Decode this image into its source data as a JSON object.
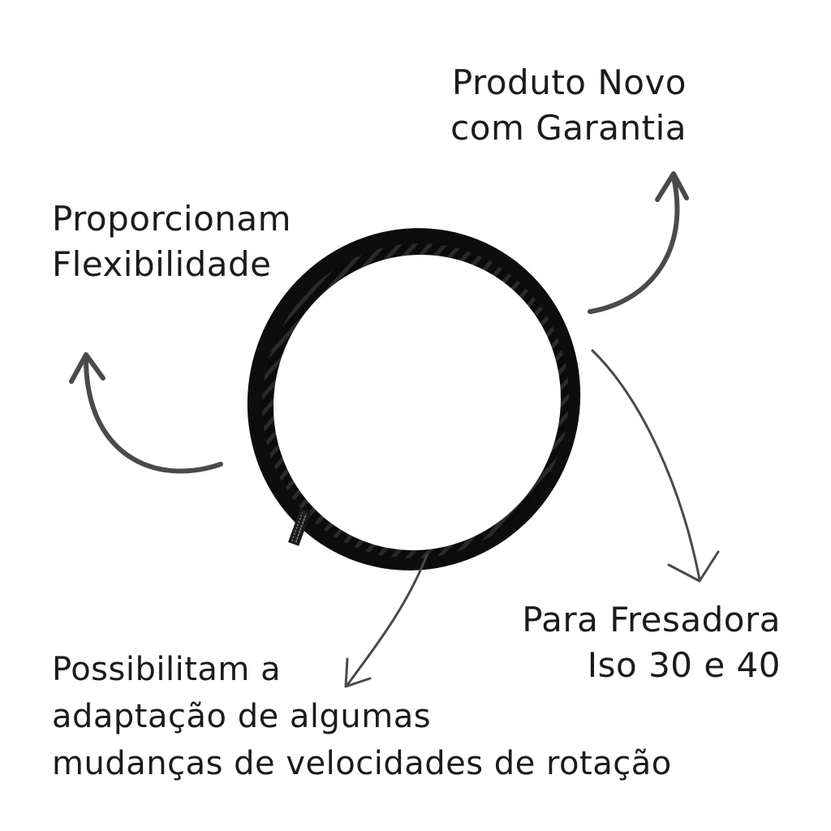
{
  "callouts": {
    "top_right": {
      "line1": "Produto Novo",
      "line2": "com Garantia"
    },
    "top_left": {
      "line1": "Proporcionam",
      "line2": "Flexibilidade"
    },
    "bottom_right": {
      "line1": "Para Fresadora",
      "line2": "Iso 30 e 40"
    },
    "bottom_left": {
      "line1": "Possibilitam a",
      "line2": "adaptação de algumas",
      "line3": "mudanças de velocidades de rotação"
    }
  },
  "product": {
    "name": "timing-belt",
    "color": "#0d0d0d"
  },
  "arrow_color": "#4a4a4a",
  "text_color": "#1b1b1b"
}
